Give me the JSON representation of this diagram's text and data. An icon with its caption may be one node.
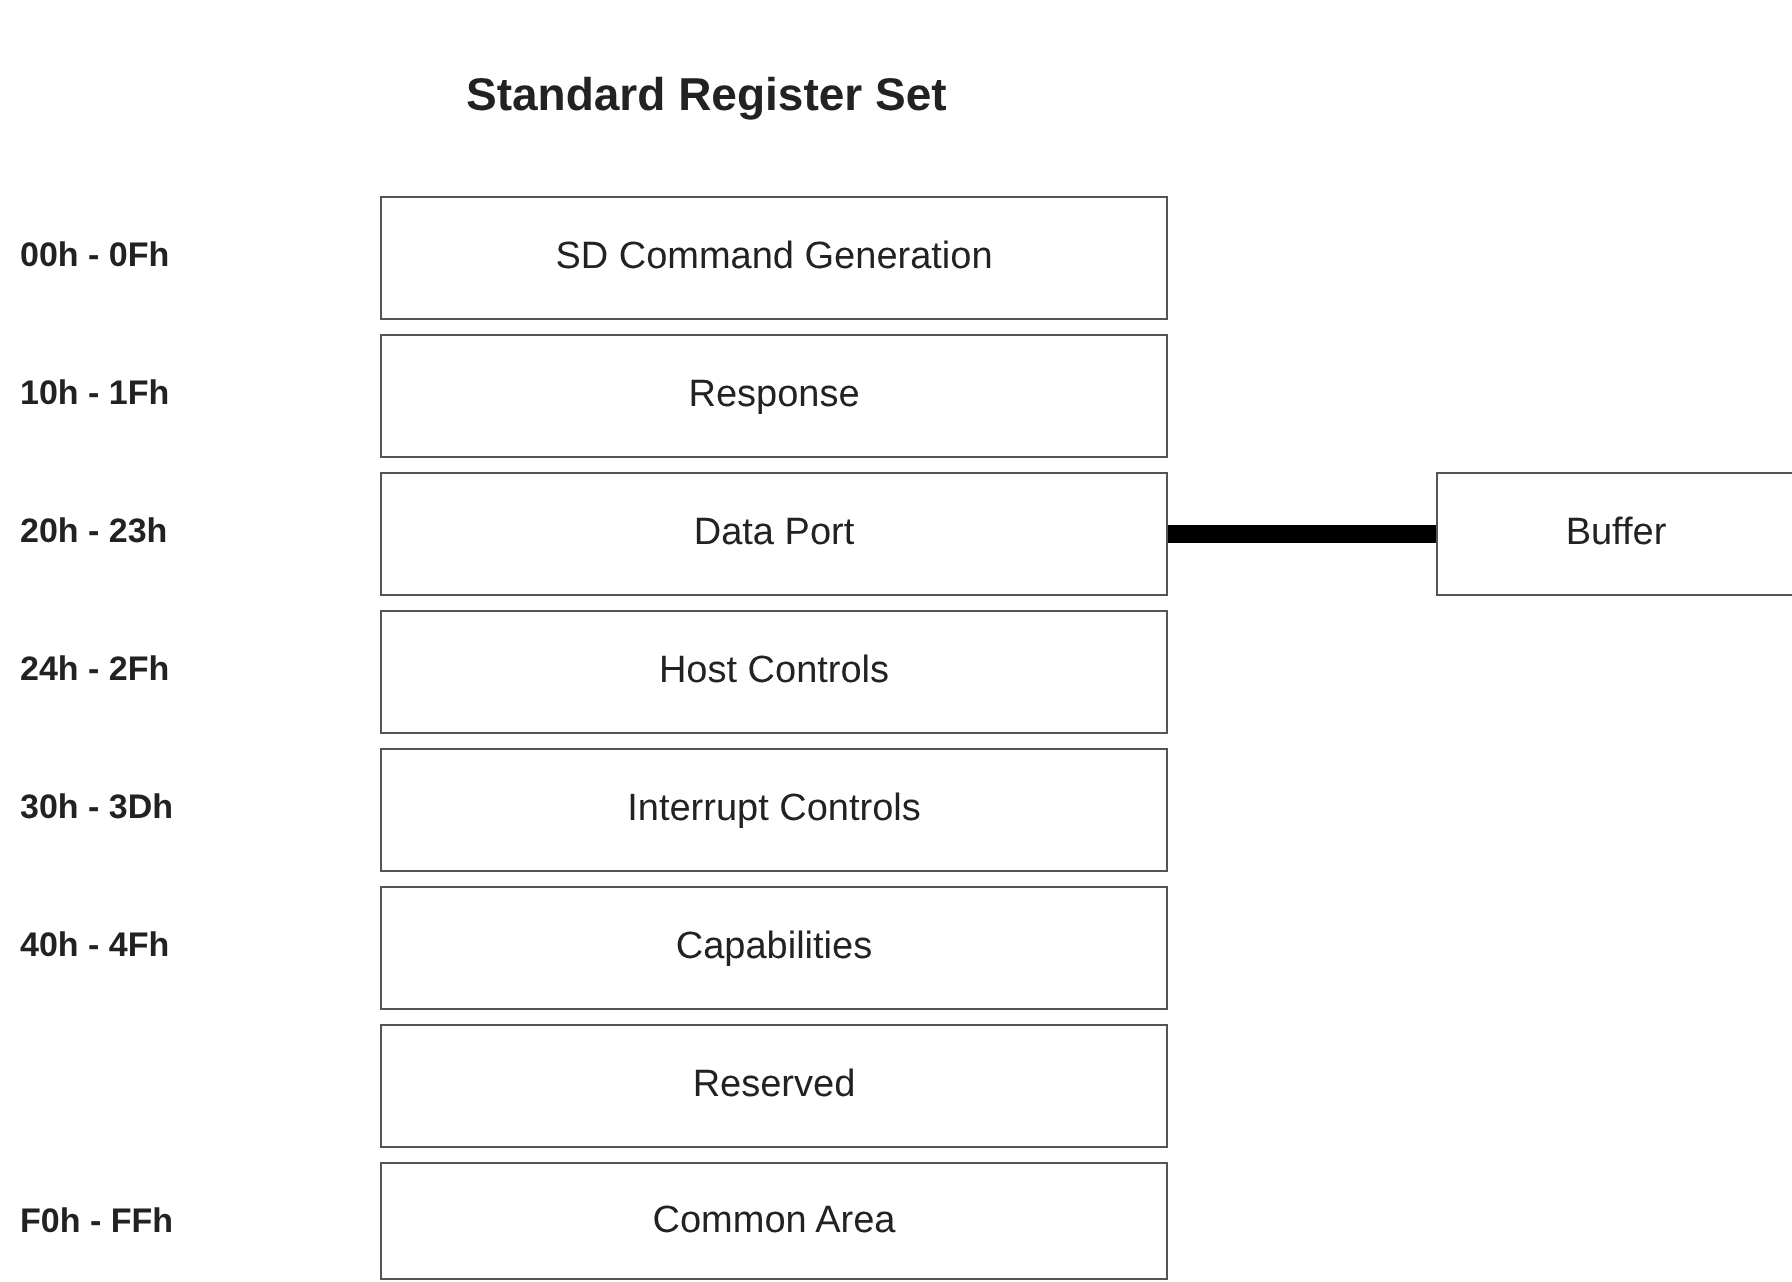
{
  "diagram": {
    "title": "Standard Register Set",
    "nodes": [
      {
        "text": [
          "SD Command Generation"
        ]
      },
      {
        "text": [
          "Response"
        ]
      },
      {
        "text": [
          "Data Port"
        ]
      },
      {
        "text": [
          "Host Controls"
        ]
      },
      {
        "text": [
          "Interrupt Controls"
        ]
      },
      {
        "text": [
          "Capabilities"
        ]
      },
      {
        "text": [
          "Reserved"
        ]
      },
      {
        "text": [
          "Common Area"
        ]
      },
      {
        "text": [
          "Buffer"
        ]
      }
    ],
    "edges": [
      {
        "from": 2,
        "to": 8,
        "arrow": "none"
      }
    ],
    "labels": [
      "00h - 0Fh",
      "10h - 1Fh",
      "20h - 23h",
      "24h - 2Fh",
      "30h - 3Dh",
      "40h - 4Fh",
      "F0h - FFh"
    ]
  }
}
